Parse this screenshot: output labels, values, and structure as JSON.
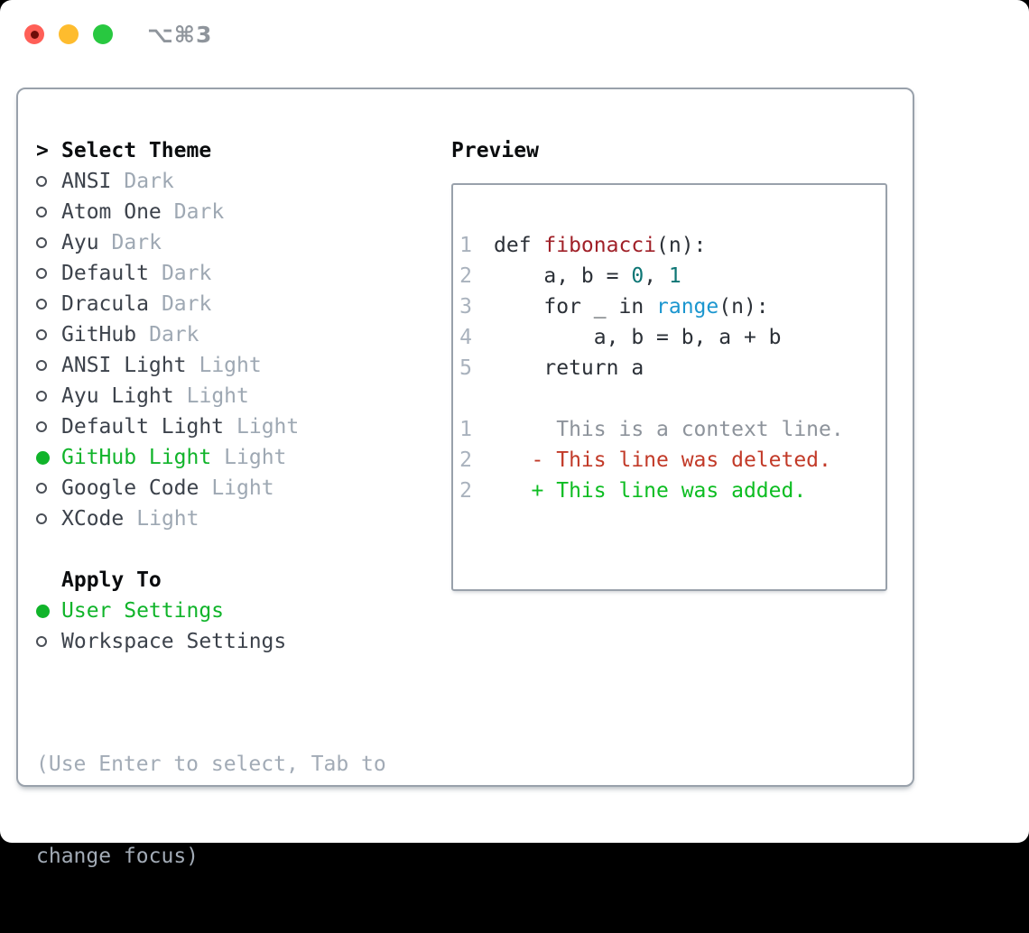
{
  "window": {
    "shortcut": "⌥⌘3"
  },
  "theme_picker": {
    "prompt": ">",
    "heading": "Select Theme",
    "items": [
      {
        "name": "ANSI",
        "tag": "Dark",
        "selected": false
      },
      {
        "name": "Atom One",
        "tag": "Dark",
        "selected": false
      },
      {
        "name": "Ayu",
        "tag": "Dark",
        "selected": false
      },
      {
        "name": "Default",
        "tag": "Dark",
        "selected": false
      },
      {
        "name": "Dracula",
        "tag": "Dark",
        "selected": false
      },
      {
        "name": "GitHub",
        "tag": "Dark",
        "selected": false
      },
      {
        "name": "ANSI Light",
        "tag": "Light",
        "selected": false
      },
      {
        "name": "Ayu Light",
        "tag": "Light",
        "selected": false
      },
      {
        "name": "Default Light",
        "tag": "Light",
        "selected": false
      },
      {
        "name": "GitHub Light",
        "tag": "Light",
        "selected": true
      },
      {
        "name": "Google Code",
        "tag": "Light",
        "selected": false
      },
      {
        "name": "XCode",
        "tag": "Light",
        "selected": false
      }
    ]
  },
  "apply_to": {
    "heading": "Apply To",
    "options": [
      {
        "name": "User Settings",
        "selected": true
      },
      {
        "name": "Workspace Settings",
        "selected": false
      }
    ]
  },
  "footer_hint": {
    "line1": "(Use Enter to select, Tab to",
    "line2": "change focus)"
  },
  "preview": {
    "heading": "Preview",
    "code_lines": [
      {
        "ln": "1",
        "kind": "code",
        "segments": [
          {
            "text": "def ",
            "cls": "pln"
          },
          {
            "text": "fibonacci",
            "cls": "fn"
          },
          {
            "text": "(n):",
            "cls": "pln"
          }
        ]
      },
      {
        "ln": "2",
        "kind": "code",
        "segments": [
          {
            "text": "    a, b = ",
            "cls": "pln"
          },
          {
            "text": "0",
            "cls": "num"
          },
          {
            "text": ", ",
            "cls": "pln"
          },
          {
            "text": "1",
            "cls": "num"
          }
        ]
      },
      {
        "ln": "3",
        "kind": "code",
        "segments": [
          {
            "text": "    for _ in ",
            "cls": "pln"
          },
          {
            "text": "range",
            "cls": "call"
          },
          {
            "text": "(n):",
            "cls": "pln"
          }
        ]
      },
      {
        "ln": "4",
        "kind": "code",
        "segments": [
          {
            "text": "        a, b = b, a + b",
            "cls": "pln"
          }
        ]
      },
      {
        "ln": "5",
        "kind": "code",
        "segments": [
          {
            "text": "    return a",
            "cls": "pln"
          }
        ]
      },
      {
        "ln": "",
        "kind": "blank",
        "segments": []
      },
      {
        "ln": "1",
        "kind": "diff-context",
        "segments": [
          {
            "text": "     This is a context line.",
            "cls": "ctx"
          }
        ]
      },
      {
        "ln": "2",
        "kind": "diff-deleted",
        "segments": [
          {
            "text": "   ",
            "cls": "pln"
          },
          {
            "text": "- This line was deleted.",
            "cls": "del"
          }
        ]
      },
      {
        "ln": "2",
        "kind": "diff-added",
        "segments": [
          {
            "text": "   ",
            "cls": "pln"
          },
          {
            "text": "+ This line was added.",
            "cls": "add"
          }
        ]
      }
    ]
  },
  "colors": {
    "outside_bg": "#000000",
    "window_bg": "#ffffff",
    "panel_border": "#99a1ab",
    "heading_text": "#0a0c0e",
    "item_text": "#3c424b",
    "muted": "#9ea8b3",
    "hint_text": "#a2abb6",
    "accent_green": "#10b42a",
    "line_number": "#a9b2bd",
    "code_text": "#2b3037",
    "syntax_function": "#a02028",
    "syntax_number": "#0e7675",
    "syntax_call": "#1b96cf",
    "context_gray": "#8d939b",
    "diff_red": "#c23a28",
    "diff_green": "#0dbd22",
    "shortcut_text": "#8f959c",
    "traffic_red": "#ff5f57",
    "traffic_red_dot": "#6e0d09",
    "traffic_yellow": "#febc2e",
    "traffic_green": "#28c840"
  }
}
